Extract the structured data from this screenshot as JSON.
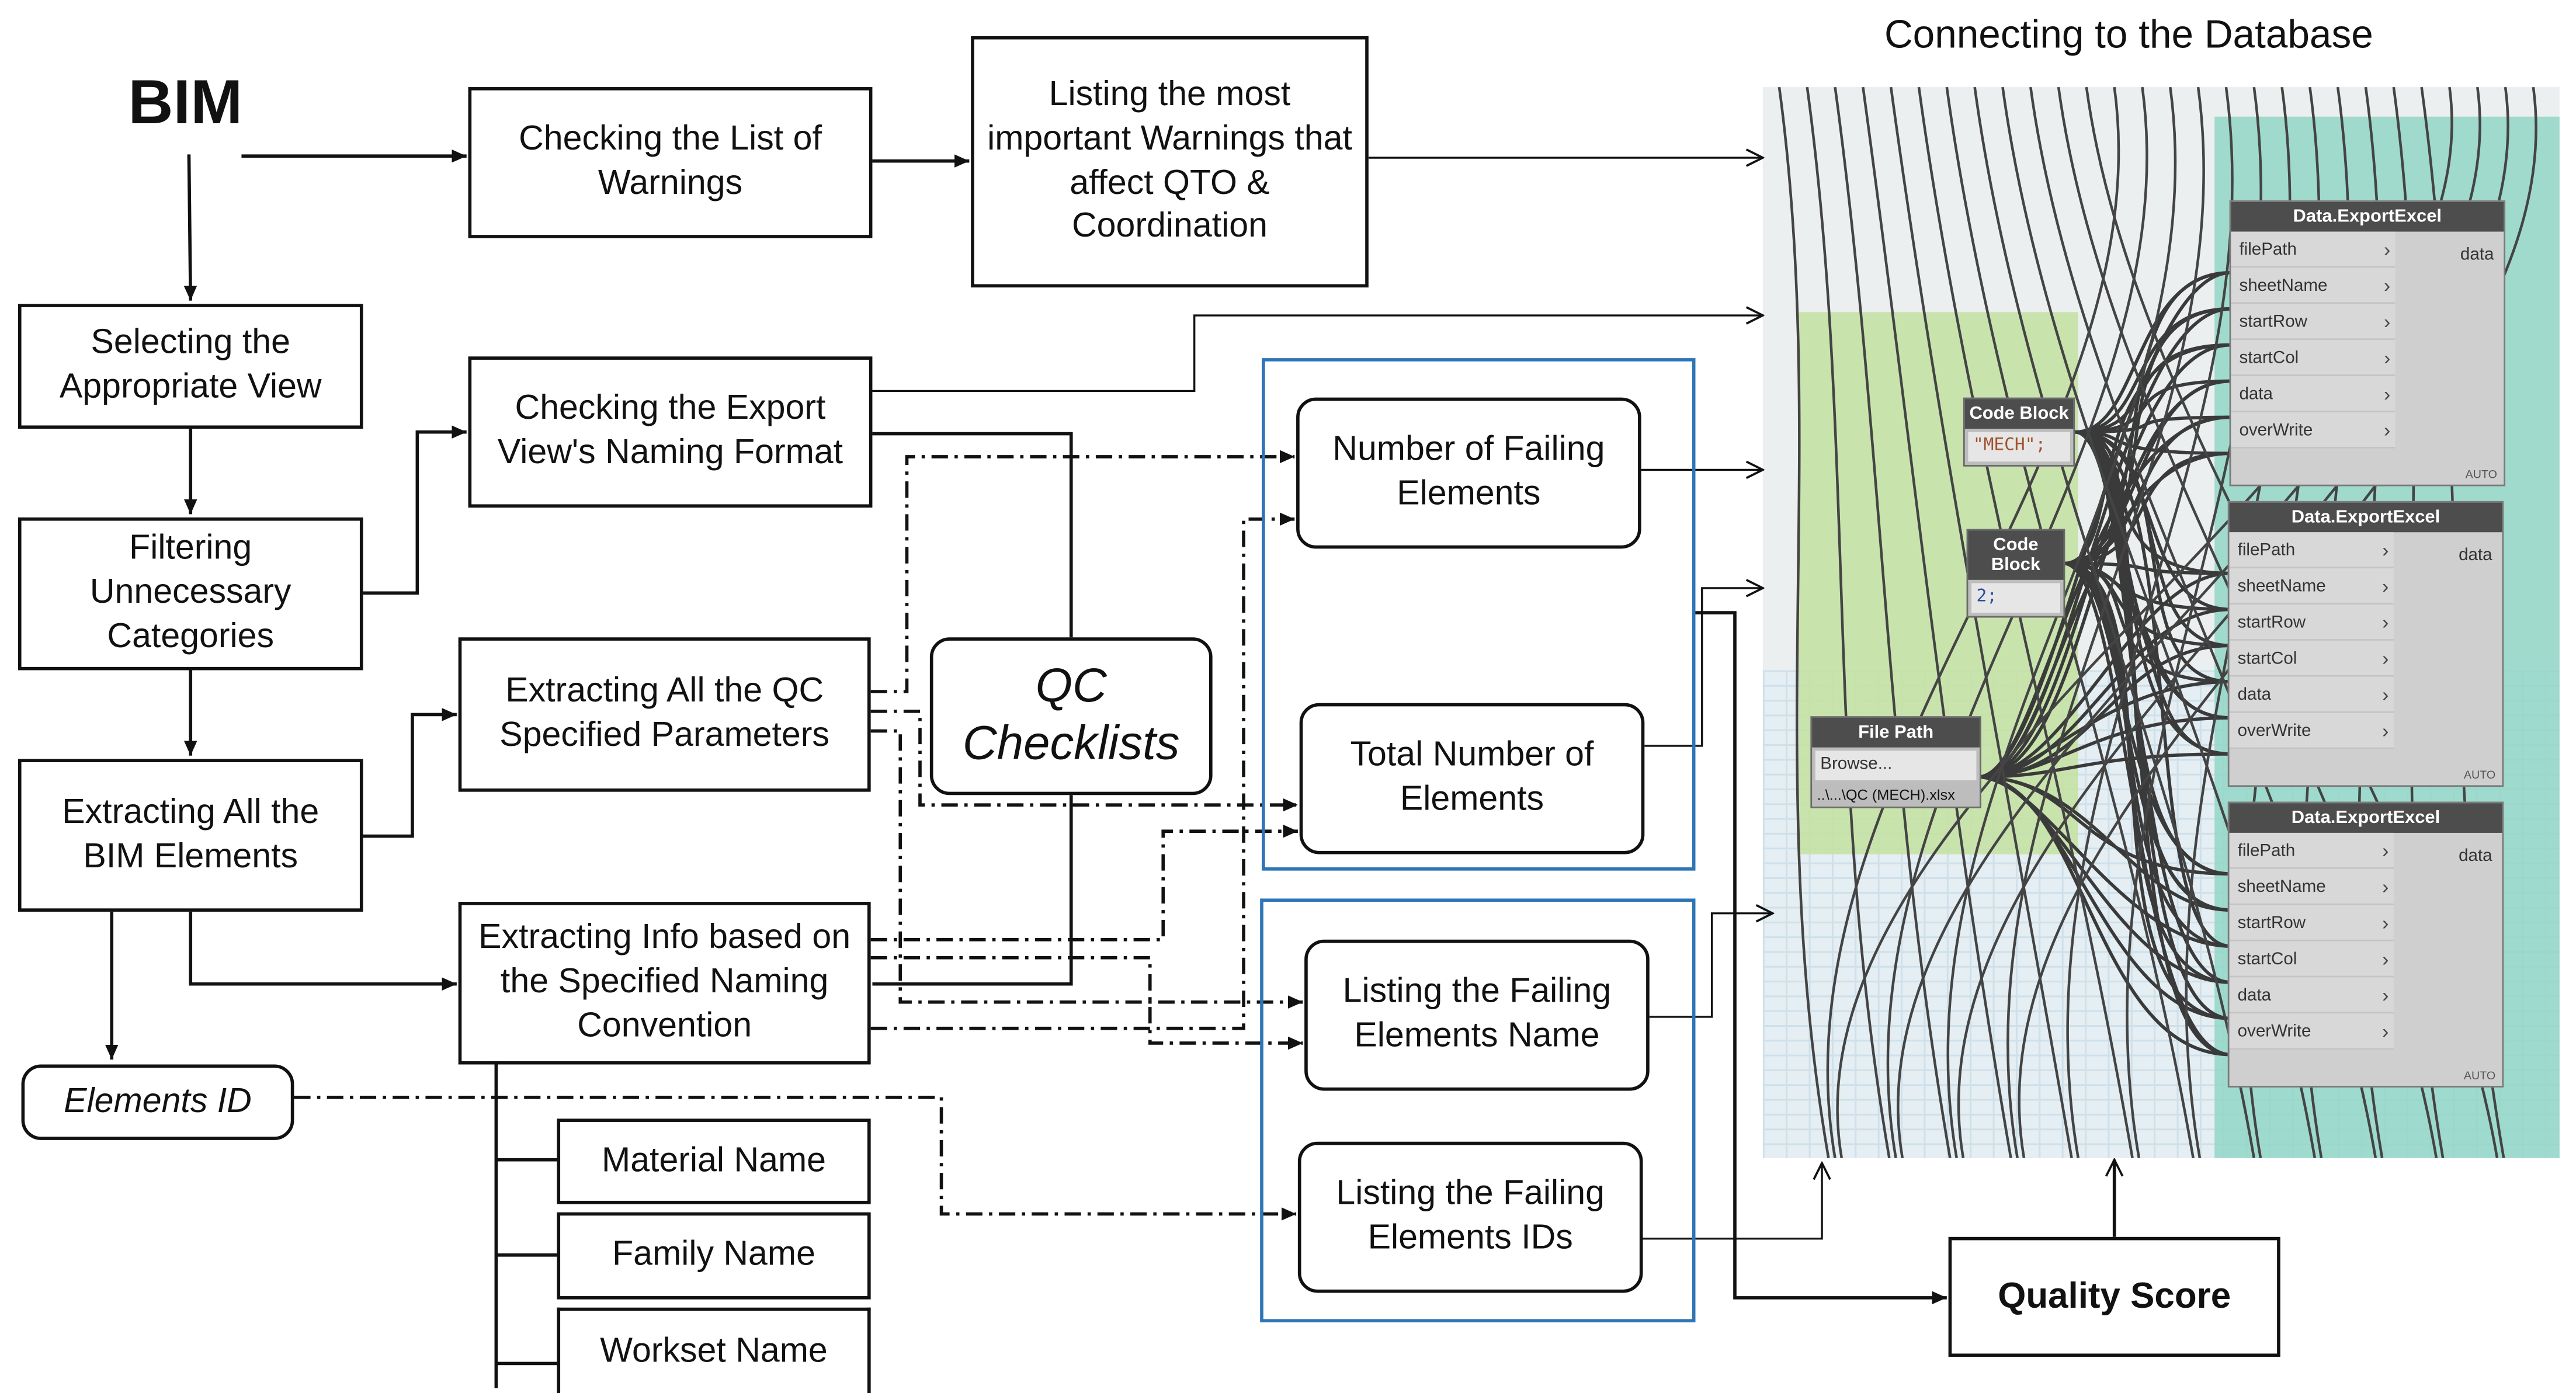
{
  "heading": "Connecting to the Database",
  "bim_label": "BIM",
  "boxes": {
    "check_warnings": "Checking the List of Warnings",
    "listing_warnings": "Listing the most important Warnings that affect QTO & Coordination",
    "select_view": "Selecting the Appropriate View",
    "check_export_view": "Checking the Export View's Naming Format",
    "filter_categories": "Filtering Unnecessary Categories",
    "extract_qc_params": "Extracting All the QC Specified Parameters",
    "qc_checklists": "QC Checklists",
    "extract_bim_elements": "Extracting All the BIM Elements",
    "extract_info_naming": "Extracting Info based on the Specified Naming Convention",
    "elements_id": "Elements ID",
    "material_name": "Material Name",
    "family_name": "Family Name",
    "workset_name": "Workset Name",
    "failing_count": "Number of Failing Elements",
    "total_count": "Total Number of Elements",
    "failing_names": "Listing the Failing Elements Name",
    "failing_ids": "Listing the Failing Elements IDs",
    "quality_score": "Quality Score"
  },
  "dynamo": {
    "export_title": "Data.ExportExcel",
    "ports": [
      "filePath",
      "sheetName",
      "startRow",
      "startCol",
      "data",
      "overWrite"
    ],
    "output": "data",
    "auto": "AUTO",
    "code_block_title": "Code Block",
    "code_block_1": "\"MECH\";",
    "code_block_2": "2;",
    "file_path_title": "File Path",
    "browse": "Browse...",
    "file_value": "..\\...\\QC (MECH).xlsx"
  }
}
